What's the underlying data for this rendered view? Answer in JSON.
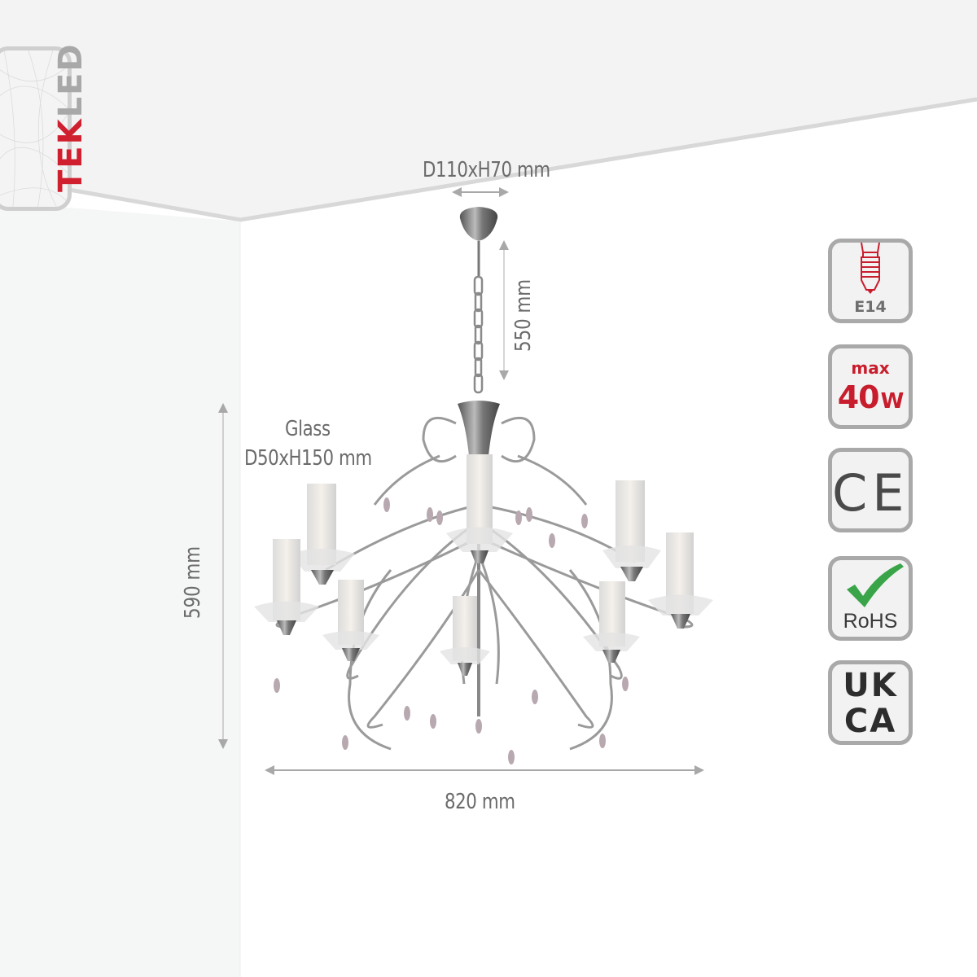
{
  "brand": {
    "logo_part1": "TEK",
    "logo_part2": "LED",
    "accent_color": "#d01f2e"
  },
  "dimensions": {
    "canopy": "D110xH70 mm",
    "chain_length": "550 mm",
    "glass_label": "Glass",
    "glass_size": "D50xH150 mm",
    "height": "590 mm",
    "width": "820 mm"
  },
  "badges": [
    {
      "id": "e14",
      "icon": "e14-bulb-base-icon",
      "label": "E14"
    },
    {
      "id": "max-wattage",
      "top": "max",
      "value": "40",
      "unit": "W"
    },
    {
      "id": "ce",
      "label": "CE"
    },
    {
      "id": "rohs",
      "icon": "green-checkmark-icon",
      "label": "RoHS"
    },
    {
      "id": "ukca",
      "line1": "UK",
      "line2": "CA"
    }
  ],
  "product": {
    "type": "chandelier",
    "arms": 8,
    "finish": "chrome",
    "shade": "frosted glass cylinder"
  }
}
